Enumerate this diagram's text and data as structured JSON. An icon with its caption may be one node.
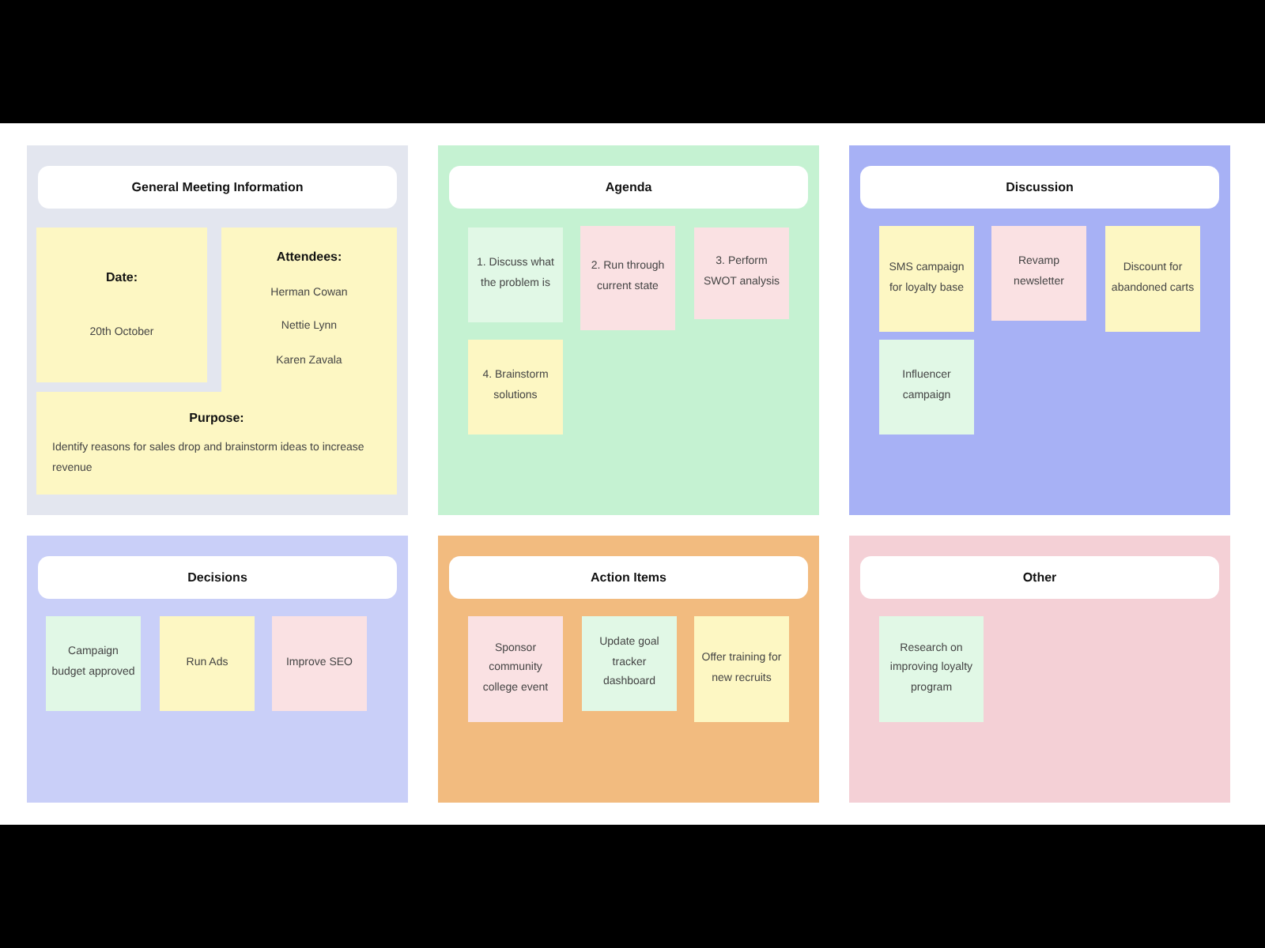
{
  "diagram": {
    "nodes": [
      {
        "text": [
          "General Meeting Information"
        ]
      },
      {
        "text": [
          "Date:",
          "20th October"
        ],
        "in": 0
      },
      {
        "text": [
          "Attendees:",
          "Herman Cowan",
          "Nettie Lynn",
          "Karen Zavala"
        ],
        "in": 0
      },
      {
        "text": [
          "Purpose:",
          "Identify reasons for sales drop and brainstorm ideas to increase revenue"
        ],
        "in": 0
      },
      {
        "text": [
          "Agenda"
        ]
      },
      {
        "text": [
          "1. Discuss what the problem is"
        ],
        "in": 4
      },
      {
        "text": [
          "2. Run through current state"
        ],
        "in": 4
      },
      {
        "text": [
          "3. Perform SWOT analysis"
        ],
        "in": 4
      },
      {
        "text": [
          "4. Brainstorm solutions"
        ],
        "in": 4
      },
      {
        "text": [
          "Discussion"
        ]
      },
      {
        "text": [
          "SMS campaign for loyalty base"
        ],
        "in": 9
      },
      {
        "text": [
          "Revamp newsletter"
        ],
        "in": 9
      },
      {
        "text": [
          "Discount for abandoned carts"
        ],
        "in": 9
      },
      {
        "text": [
          "Influencer campaign"
        ],
        "in": 9
      },
      {
        "text": [
          "Decisions"
        ]
      },
      {
        "text": [
          "Campaign budget approved"
        ],
        "in": 14
      },
      {
        "text": [
          "Run Ads"
        ],
        "in": 14
      },
      {
        "text": [
          "Improve SEO"
        ],
        "in": 14
      },
      {
        "text": [
          "Action Items"
        ]
      },
      {
        "text": [
          "Sponsor community college event"
        ],
        "in": 18
      },
      {
        "text": [
          "Update goal tracker dashboard"
        ],
        "in": 18
      },
      {
        "text": [
          "Offer training for new recruits"
        ],
        "in": 18
      },
      {
        "text": [
          "Other"
        ]
      },
      {
        "text": [
          "Research on improving loyalty program"
        ],
        "in": 22
      }
    ]
  }
}
